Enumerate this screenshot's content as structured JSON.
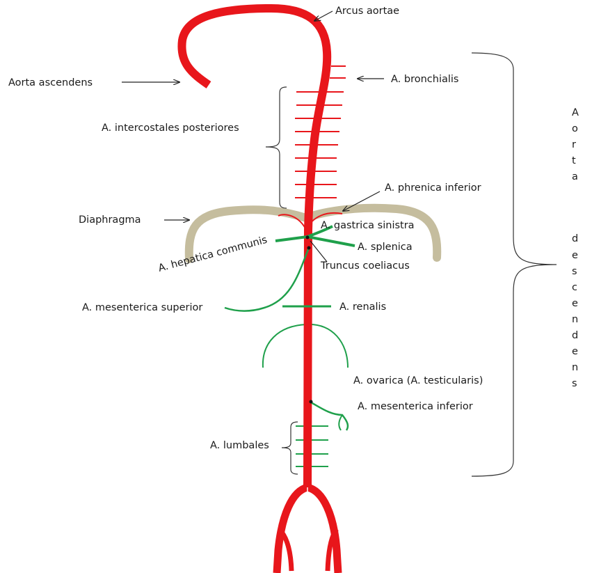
{
  "colors": {
    "artery": "#e8161b",
    "branch_green": "#1fa04b",
    "diaphragm": "#c5bd9e",
    "line": "#222222"
  },
  "labels": {
    "arcus_aortae": "Arcus aortae",
    "aorta_ascendens": "Aorta ascendens",
    "a_bronchialis": "A. bronchialis",
    "a_intercostales": "A. intercostales posteriores",
    "a_phrenica_inferior": "A. phrenica inferior",
    "diaphragma": "Diaphragma",
    "a_gastrica_sinistra": "A. gastrica sinistra",
    "a_splenica": "A. splenica",
    "a_hepatica_communis": "A. hepatica communis",
    "truncus_coeliacus": "Truncus coeliacus",
    "a_mesenterica_superior": "A. mesenterica superior",
    "a_renalis": "A. renalis",
    "a_ovarica": "A. ovarica (A. testicularis)",
    "a_mesenterica_inferior": "A. mesenterica inferior",
    "a_lumbales": "A. lumbales"
  },
  "aorta_descendens_letters": [
    "A",
    "o",
    "r",
    "t",
    "a",
    "",
    "d",
    "e",
    "s",
    "c",
    "e",
    "n",
    "d",
    "e",
    "n",
    "s"
  ]
}
